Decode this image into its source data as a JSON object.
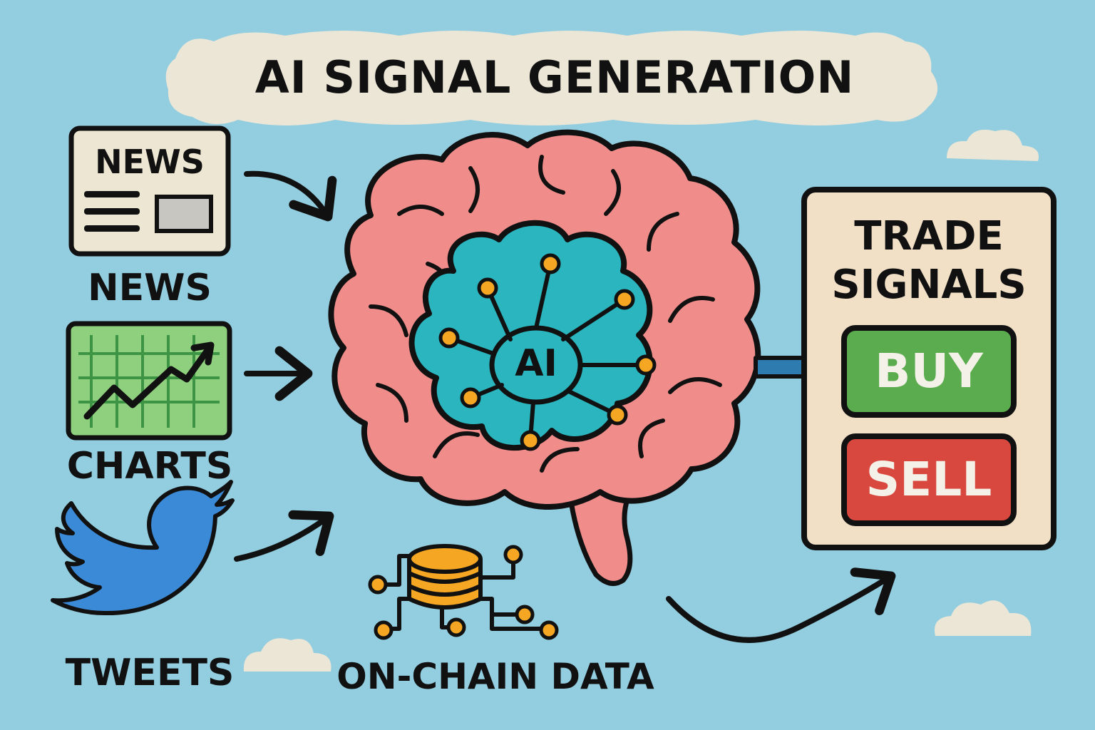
{
  "title": "AI SIGNAL GENERATION",
  "inputs": {
    "news_icon_text": "NEWS",
    "news_label": "NEWS",
    "charts_label": "CHARTS",
    "tweets_label": "TWEETS",
    "onchain_label": "ON-CHAIN DATA"
  },
  "brain": {
    "core_text": "AI"
  },
  "output": {
    "heading_line1": "TRADE",
    "heading_line2": "SIGNALS",
    "buy_label": "BUY",
    "sell_label": "SELL"
  },
  "colors": {
    "background": "#92cde0",
    "cloud": "#ece6d6",
    "brain_pink": "#f08d8b",
    "ai_core_teal": "#2ab5bf",
    "node_orange": "#f5a623",
    "chart_green": "#8fd07e",
    "twitter_blue": "#3b8ad8",
    "panel_beige": "#f1e0c6",
    "buy_green": "#5aac4e",
    "sell_red": "#d9483e",
    "outline": "#111111"
  }
}
